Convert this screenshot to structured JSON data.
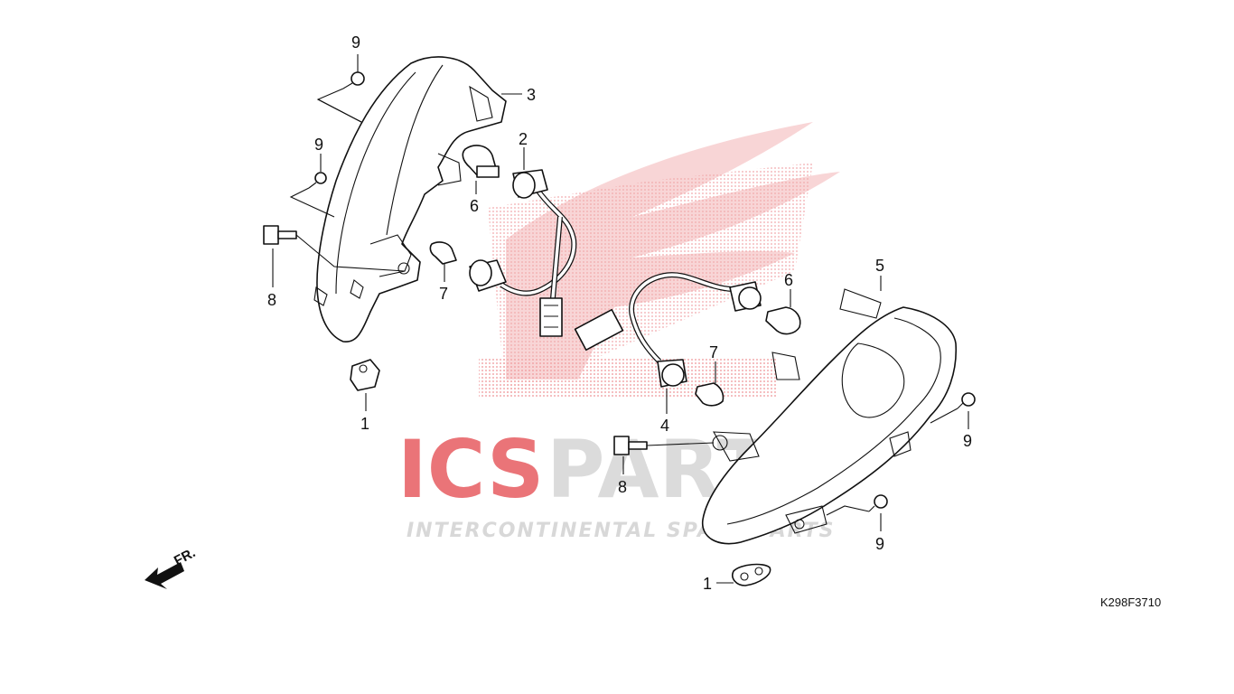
{
  "diagram": {
    "drawing_code": "K298F3710",
    "direction_label": "FR.",
    "part_labels": {
      "p1_upper": "1",
      "p1_lower": "1",
      "p2": "2",
      "p3": "3",
      "p4": "4",
      "p5": "5",
      "p6_left": "6",
      "p6_right": "6",
      "p7_left": "7",
      "p7_right": "7",
      "p8_left": "8",
      "p8_right": "8",
      "p9_top_left": "9",
      "p9_mid_left": "9",
      "p9_right_upper": "9",
      "p9_right_lower": "9"
    }
  },
  "watermark": {
    "brand_red": "ICS",
    "brand_gray": "PARTS",
    "tagline": "INTERCONTINENTAL SPARE PARTS",
    "red_color": "#e8666a",
    "gray_color": "#cfcfcf"
  },
  "colors": {
    "line": "#111111",
    "background": "#ffffff"
  }
}
